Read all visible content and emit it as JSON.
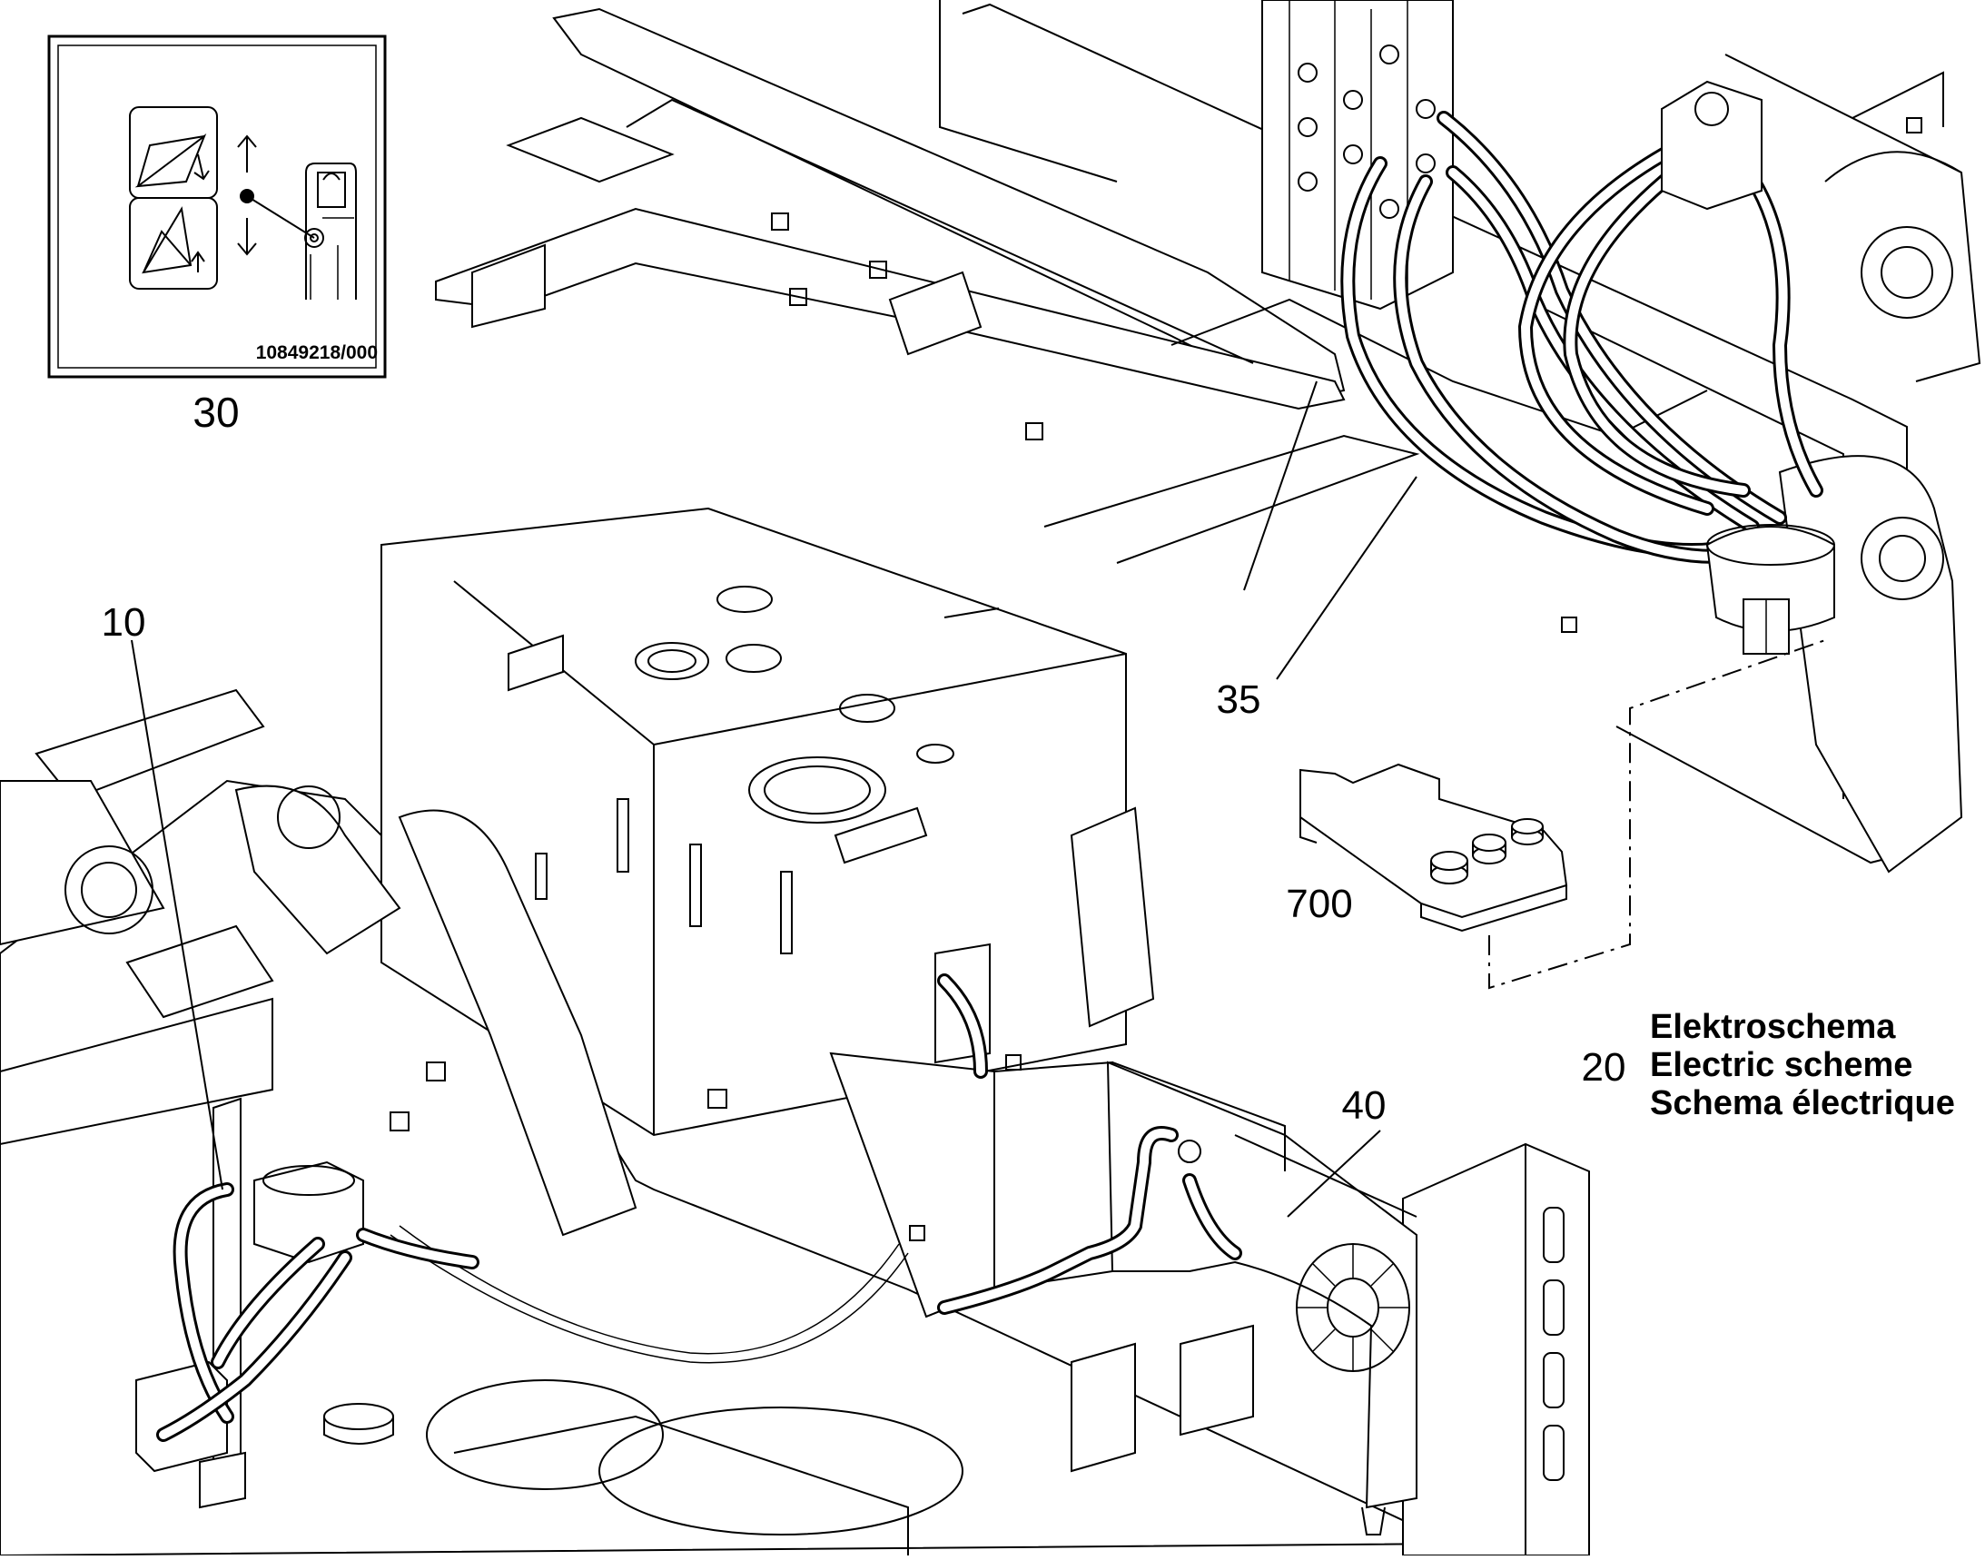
{
  "decal": {
    "code": "10849218/000",
    "item_number": "30"
  },
  "callouts": {
    "c10": "10",
    "c35": "35",
    "c40": "40",
    "c700": "700",
    "c20": "20"
  },
  "electric_note": {
    "line_de": "Elektroschema",
    "line_en": "Electric scheme",
    "line_fr": "Schema électrique"
  }
}
